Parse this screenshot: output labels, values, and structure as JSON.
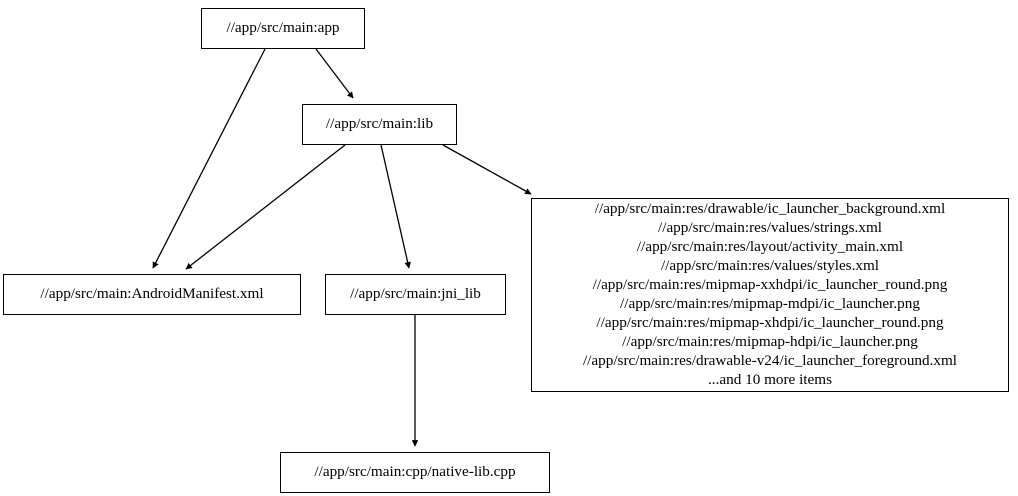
{
  "graph": {
    "type": "directed-dependency-graph",
    "background_color": "#ffffff",
    "edge_color": "#000000",
    "node_border_color": "#000000",
    "node_fill_color": "#ffffff",
    "text_color": "#000000",
    "nodes": [
      {
        "id": "app",
        "label": "//app/src/main:app"
      },
      {
        "id": "lib",
        "label": "//app/src/main:lib"
      },
      {
        "id": "manifest",
        "label": "//app/src/main:AndroidManifest.xml"
      },
      {
        "id": "jni_lib",
        "label": "//app/src/main:jni_lib"
      },
      {
        "id": "native_lib",
        "label": "//app/src/main:cpp/native-lib.cpp"
      },
      {
        "id": "res",
        "label": "//app/src/main:res/drawable/ic_launcher_background.xml\n//app/src/main:res/values/strings.xml\n//app/src/main:res/layout/activity_main.xml\n//app/src/main:res/values/styles.xml\n//app/src/main:res/mipmap-xxhdpi/ic_launcher_round.png\n//app/src/main:res/mipmap-mdpi/ic_launcher.png\n//app/src/main:res/mipmap-xhdpi/ic_launcher_round.png\n//app/src/main:res/mipmap-hdpi/ic_launcher.png\n//app/src/main:res/drawable-v24/ic_launcher_foreground.xml\n...and 10 more items",
        "lines": [
          "//app/src/main:res/drawable/ic_launcher_background.xml",
          "//app/src/main:res/values/strings.xml",
          "//app/src/main:res/layout/activity_main.xml",
          "//app/src/main:res/values/styles.xml",
          "//app/src/main:res/mipmap-xxhdpi/ic_launcher_round.png",
          "//app/src/main:res/mipmap-mdpi/ic_launcher.png",
          "//app/src/main:res/mipmap-xhdpi/ic_launcher_round.png",
          "//app/src/main:res/mipmap-hdpi/ic_launcher.png",
          "//app/src/main:res/drawable-v24/ic_launcher_foreground.xml",
          "...and 10 more items"
        ]
      }
    ],
    "edges": [
      {
        "id": "app-to-manifest",
        "from": "app",
        "to": "manifest"
      },
      {
        "id": "app-to-lib",
        "from": "app",
        "to": "lib"
      },
      {
        "id": "lib-to-manifest",
        "from": "lib",
        "to": "manifest"
      },
      {
        "id": "lib-to-jni-lib",
        "from": "lib",
        "to": "jni_lib"
      },
      {
        "id": "lib-to-res",
        "from": "lib",
        "to": "res"
      },
      {
        "id": "jni-lib-to-native-lib",
        "from": "jni_lib",
        "to": "native_lib"
      }
    ]
  }
}
